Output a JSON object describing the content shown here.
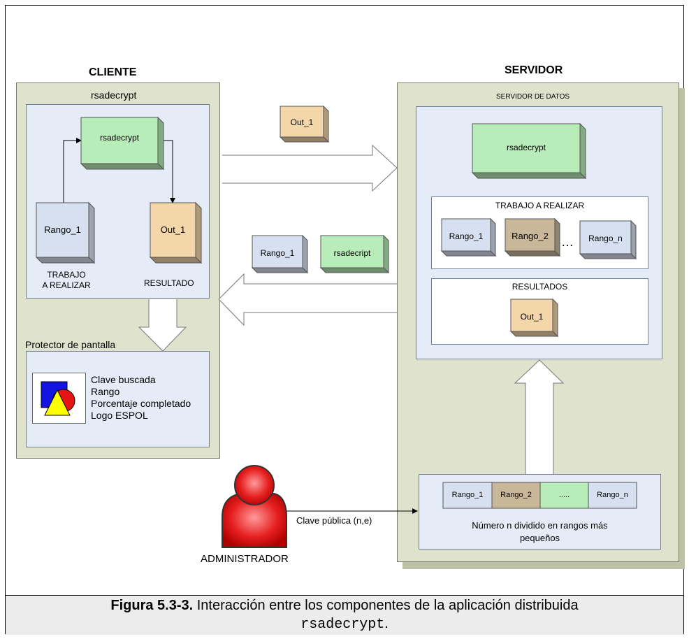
{
  "cliente": {
    "title": "CLIENTE",
    "app_label": "rsadecrypt",
    "rsadecrypt_box": "rsadecrypt",
    "rango_box": "Rango_1",
    "out_box": "Out_1",
    "trabajo_label_1": "TRABAJO",
    "trabajo_label_2": "A REALIZAR",
    "resultado_label": "RESULTADO",
    "protector_label": "Protector de pantalla",
    "protector_items": [
      "Clave buscada",
      "Rango",
      "Porcentaje completado",
      "Logo ESPOL"
    ]
  },
  "servidor": {
    "title": "SERVIDOR",
    "datos_label": "SERVIDOR DE DATOS",
    "rsadecrypt_box": "rsadecrypt",
    "trabajo_label": "TRABAJO A REALIZAR",
    "rangos": [
      "Rango_1",
      "Rango_2",
      "Rango_n"
    ],
    "ellipsis": "…",
    "resultados_label": "RESULTADOS",
    "out_box": "Out_1",
    "split_cells": [
      "Rango_1",
      "Rango_2",
      ".....",
      "Rango_n"
    ],
    "split_caption_1": "Número n dividido en rangos más",
    "split_caption_2": "pequeños"
  },
  "transfer": {
    "out_box": "Out_1",
    "rango_box": "Rango_1",
    "rsadecript_box": "rsadecript"
  },
  "admin": {
    "label": "ADMINISTRADOR",
    "clave_label": "Clave pública (n,e)"
  },
  "caption": {
    "prefix": "Figura 5.3-3.",
    "text": "Interacción entre los componentes de la aplicación distribuida",
    "code": "rsadecrypt",
    "suffix": "."
  },
  "colors": {
    "green_panel": "#dfe3cd",
    "blue_panel": "#e6ecf7",
    "green_box": "#b8ecb8",
    "orange_box": "#f3d6aa",
    "blue_box": "#d7e0f0",
    "brown_box": "#c9b79a",
    "admin_red": "#e62020"
  },
  "icons": [
    "admin-person-icon",
    "shapes-logo-icon",
    "arrow-icons"
  ]
}
